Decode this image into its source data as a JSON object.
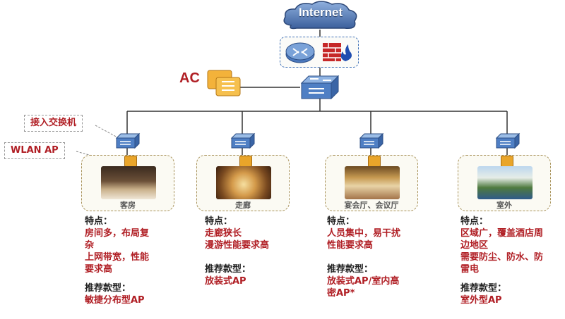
{
  "network": {
    "internet_label": "Internet",
    "ac_label": "AC",
    "access_switch_label": "接入交换机",
    "wlan_ap_label": "WLAN AP"
  },
  "colors": {
    "accent_red": "#b01e24",
    "switch_blue": "#3d6fb6",
    "ap_orange": "#e9a52a"
  },
  "areas": [
    {
      "name": "客房",
      "feature_heading": "特点：",
      "features": [
        "房间多，布局复",
        "杂",
        "上网带宽，性能",
        "要求高"
      ],
      "recommend_heading": "推荐款型：",
      "recommend": [
        "敏捷分布型AP"
      ]
    },
    {
      "name": "走廊",
      "feature_heading": "特点：",
      "features": [
        "走廊狭长",
        "漫游性能要求高"
      ],
      "recommend_heading": "推荐款型：",
      "recommend": [
        "放装式AP"
      ]
    },
    {
      "name": "宴会厅、会议厅",
      "feature_heading": "特点：",
      "features": [
        "人员集中，易干扰",
        "性能要求高"
      ],
      "recommend_heading": "推荐款型：",
      "recommend": [
        "放装式AP/室内高",
        "密AP*"
      ]
    },
    {
      "name": "室外",
      "feature_heading": "特点：",
      "features": [
        "区域广，覆盖酒店周",
        "边地区",
        "需要防尘、防水、防",
        "雷电"
      ],
      "recommend_heading": "推荐款型：",
      "recommend": [
        "室外型AP"
      ]
    }
  ]
}
